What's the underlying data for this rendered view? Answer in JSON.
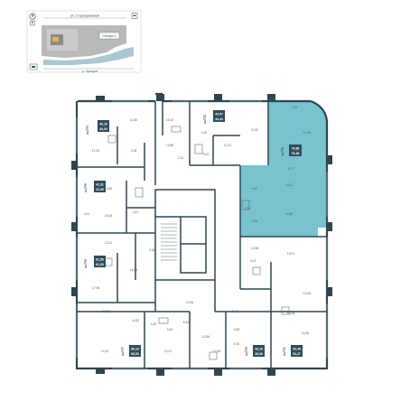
{
  "colors": {
    "wall": "#2f4650",
    "highlight": "#79c2d0",
    "badge": "#2e4d5c",
    "river": "#a9c8d3",
    "site_block": "#b9b9b9",
    "site_building": "#8a8a8a"
  },
  "site_map": {
    "street_top": "ул. Старокрымская",
    "street_bottom": "р. Акторот",
    "section_label": "Секция 1",
    "north_icon": "compass-icon",
    "icon_top_left": "pedestrian-icon",
    "icon_top_right": "school-icon",
    "icon_bottom_left": "parking-icon"
  },
  "apartments": [
    {
      "id": "a1",
      "vert": "№774",
      "line1": "40,19",
      "line2": "40,03"
    },
    {
      "id": "a2",
      "vert": "№772",
      "line1": "44,57",
      "line2": "44,44"
    },
    {
      "id": "a3",
      "vert": "№775",
      "line1": "41,31",
      "line2": "41,05"
    },
    {
      "id": "a4",
      "vert": "№776",
      "line1": "61,56",
      "line2": "61,30"
    },
    {
      "id": "a5",
      "vert": "№770",
      "line1": "76,86",
      "line2": "76,48",
      "highlighted": true
    },
    {
      "id": "a6",
      "vert": "№777",
      "line1": "66,19",
      "line2": "65,53"
    },
    {
      "id": "a7",
      "vert": "№773",
      "line1": "43,16",
      "line2": "43,06"
    },
    {
      "id": "a8",
      "vert": "№771",
      "line1": "93,48",
      "line2": "93,37"
    }
  ],
  "room_areas": [
    {
      "id": "r1",
      "text": "12,40"
    },
    {
      "id": "r2",
      "text": "10,13"
    },
    {
      "id": "r3",
      "text": "17,04"
    },
    {
      "id": "r4",
      "text": "2,18"
    },
    {
      "id": "r5",
      "text": "13,88"
    },
    {
      "id": "r6",
      "text": "2,11"
    },
    {
      "id": "r7",
      "text": "3,26"
    },
    {
      "id": "r8",
      "text": "12,21"
    },
    {
      "id": "r9",
      "text": "5,02"
    },
    {
      "id": "r10",
      "text": "11,52"
    },
    {
      "id": "r11",
      "text": "3,29"
    },
    {
      "id": "r12",
      "text": "17,66"
    },
    {
      "id": "r13",
      "text": "6,77"
    },
    {
      "id": "r14",
      "text": "14,11"
    },
    {
      "id": "r15",
      "text": "13,50"
    },
    {
      "id": "r16",
      "text": "4,41"
    },
    {
      "id": "r17",
      "text": "4,01"
    },
    {
      "id": "r18",
      "text": "18,35"
    },
    {
      "id": "r19",
      "text": "6,49"
    },
    {
      "id": "r20",
      "text": "12,85"
    },
    {
      "id": "r21",
      "text": "3,24"
    },
    {
      "id": "r22",
      "text": "5,64"
    },
    {
      "id": "r23",
      "text": "13,21"
    },
    {
      "id": "r24",
      "text": "15,21"
    },
    {
      "id": "r25",
      "text": "16,36"
    },
    {
      "id": "r26",
      "text": "17,96"
    },
    {
      "id": "r27",
      "text": "14,88"
    },
    {
      "id": "r28",
      "text": "2,23"
    },
    {
      "id": "r29",
      "text": "10,63"
    },
    {
      "id": "r30",
      "text": "13,91"
    },
    {
      "id": "r31",
      "text": "15,32"
    },
    {
      "id": "r32",
      "text": "13,36"
    },
    {
      "id": "r33",
      "text": "6,34"
    },
    {
      "id": "r34",
      "text": "3,53"
    },
    {
      "id": "r35",
      "text": "4,26"
    },
    {
      "id": "r36",
      "text": "3,43"
    },
    {
      "id": "r37",
      "text": "13,28"
    },
    {
      "id": "r38",
      "text": "13,36"
    },
    {
      "id": "r39",
      "text": "14,32"
    },
    {
      "id": "r40",
      "text": "4,69"
    },
    {
      "id": "r41",
      "text": "12,01"
    },
    {
      "id": "r42",
      "text": "6,76"
    },
    {
      "id": "r43",
      "text": "13,26"
    },
    {
      "id": "r44",
      "text": "14,36"
    },
    {
      "id": "r45",
      "text": "2,35"
    }
  ]
}
